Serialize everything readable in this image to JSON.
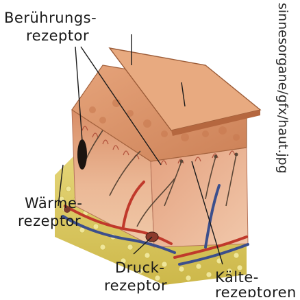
{
  "labels": {
    "touch_line1": "Berührungs-",
    "touch_line2": "rezeptor",
    "heat_line1": "Wärme-",
    "heat_line2": "rezeptor",
    "pressure_line1": "Druck-",
    "pressure_line2": "rezeptor",
    "cold_line1": "Kälte-",
    "cold_line2": "rezeptoren"
  },
  "source_text": "sinnesorgane/gfx/haut.jpg",
  "colors": {
    "epidermis_top": "#d9956a",
    "dermis": "#e9b08f",
    "fat_layer": "#e3d36a",
    "artery": "#c0392b",
    "vein": "#3c4f8c",
    "nerve": "#5a4636"
  }
}
